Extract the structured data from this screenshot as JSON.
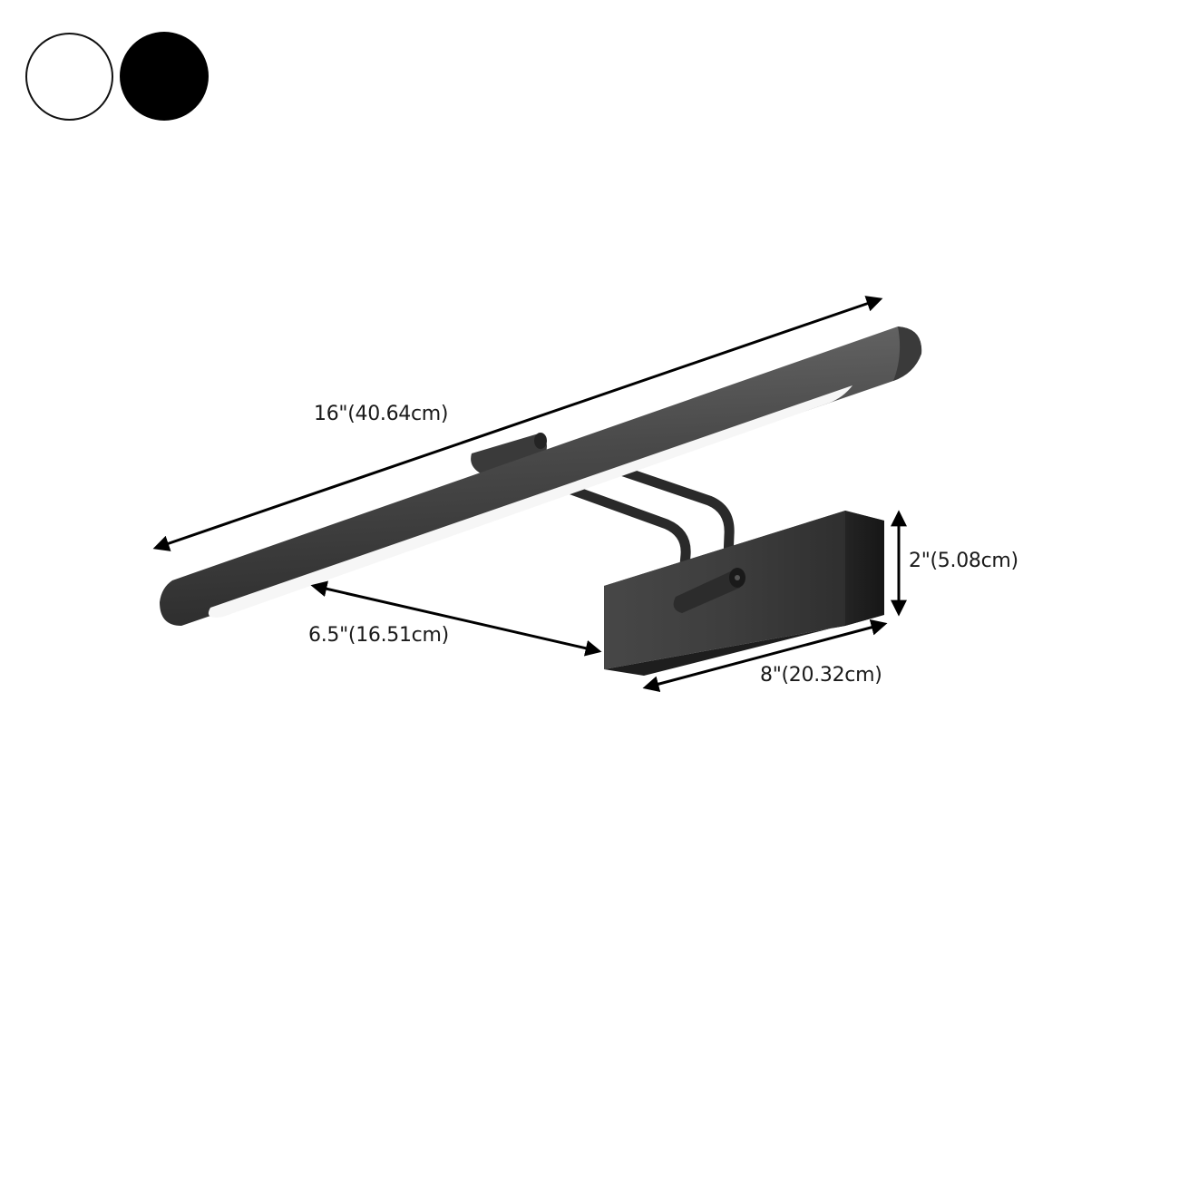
{
  "color_options": [
    {
      "name": "White",
      "fill": "#ffffff",
      "border": "#111111"
    },
    {
      "name": "Black",
      "fill": "#000000",
      "border": "#000000"
    }
  ],
  "product": {
    "type": "LED picture/mirror wall light",
    "body_color": "#4a4a4a",
    "light_strip_color": "#f4f4f4",
    "base_color": "#3c3c3c"
  },
  "dimensions": {
    "length": "16\"(40.64cm)",
    "projection": "6.5\"(16.51cm)",
    "height": "2\"(5.08cm)",
    "base_width": "8\"(20.32cm)"
  },
  "arrow_color": "#000000"
}
